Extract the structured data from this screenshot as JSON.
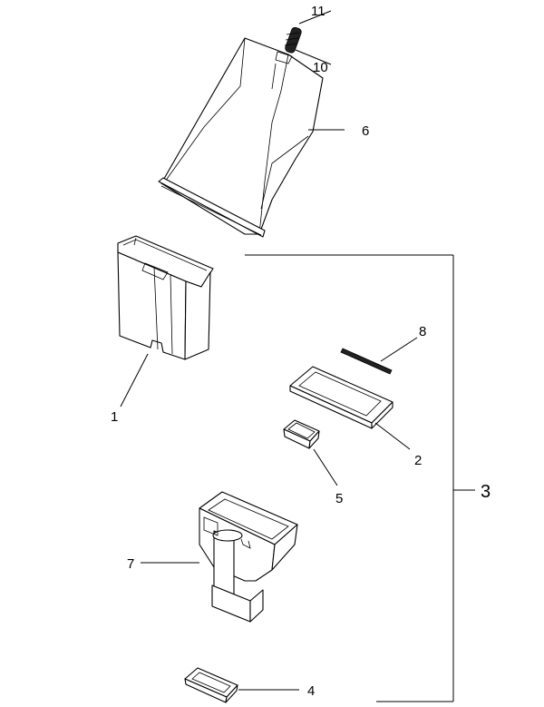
{
  "diagram": {
    "callouts": {
      "p1": "1",
      "p2": "2",
      "p3": "3",
      "p4": "4",
      "p5": "5",
      "p6": "6",
      "p7": "7",
      "p8": "8",
      "p10": "10",
      "p11": "11"
    },
    "parts": [
      {
        "id": "1",
        "icon": "dust-cup-housing"
      },
      {
        "id": "2",
        "icon": "filter-frame"
      },
      {
        "id": "3",
        "icon": "assembly-bracket"
      },
      {
        "id": "4",
        "icon": "gasket-ring"
      },
      {
        "id": "5",
        "icon": "small-filter-cap"
      },
      {
        "id": "6",
        "icon": "filter-bag"
      },
      {
        "id": "7",
        "icon": "inlet-chute"
      },
      {
        "id": "8",
        "icon": "seal-strip"
      },
      {
        "id": "10",
        "icon": "bag-collar"
      },
      {
        "id": "11",
        "icon": "spring-clip"
      }
    ]
  }
}
